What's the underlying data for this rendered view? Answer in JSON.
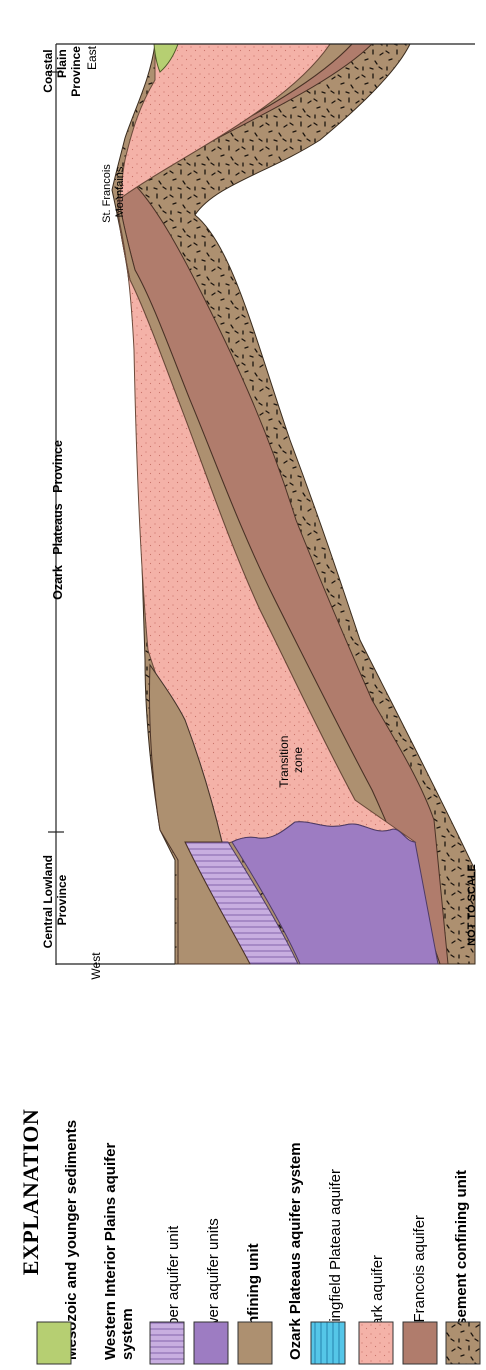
{
  "cross_section": {
    "west": "West",
    "east": "East",
    "provinces": {
      "central_lowland": "Central Lowland Province",
      "ozark_plateaus": "Ozark   Plateaus   Province",
      "coastal_plain": "Coastal Plain Province"
    },
    "landmark": "St. Francois Mountains",
    "transition_zone": "Transition zone",
    "scale_note": "NOT TO SCALE"
  },
  "legend": {
    "title": "EXPLANATION",
    "mesozoic": "Mesozoic and younger sediments",
    "wip_system_line1": "Western Interior Plains aquifer",
    "wip_system_line2": "system",
    "upper_aquifer": "Upper aquifer unit",
    "lower_aquifers": "Lower aquifer units",
    "confining": "Confining unit",
    "opas_system": "Ozark Plateaus aquifer system",
    "springfield": "Springfield Plateau aquifer",
    "ozark_aquifer": "Ozark aquifer",
    "st_francois_aquifer": "St. Francois aquifer",
    "basement": "Basement confining unit"
  },
  "colors": {
    "mesozoic": "#b6cf72",
    "upper_aquifer": "#c8aee0",
    "lower_aquifer": "#9d7cc2",
    "confining": "#ad9070",
    "springfield": "#55c6e8",
    "ozark": "#f4b2a8",
    "st_francois": "#b07c6c",
    "basement": "#ad9070"
  }
}
